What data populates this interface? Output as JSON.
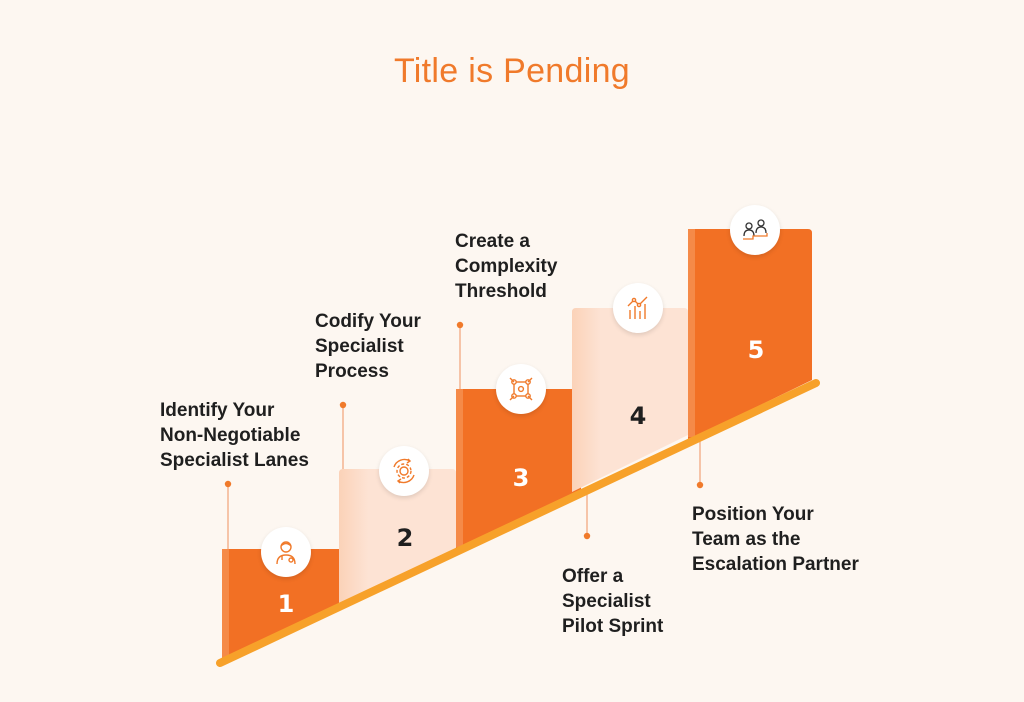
{
  "title": "Title is Pending",
  "colors": {
    "dark_orange": "#f27024",
    "light_peach": "#fde0cf",
    "accent": "#f07a2b",
    "line": "#f7a12a",
    "background": "#fdf7f1"
  },
  "steps": [
    {
      "number": "1",
      "label_lines": [
        "Identify Your",
        "Non-Negotiable",
        "Specialist Lanes"
      ],
      "icon": "specialist-person-icon"
    },
    {
      "number": "2",
      "label_lines": [
        "Codify Your",
        "Specialist",
        "Process"
      ],
      "icon": "process-gear-icon"
    },
    {
      "number": "3",
      "label_lines": [
        "Create a",
        "Complexity",
        "Threshold"
      ],
      "icon": "network-cube-icon"
    },
    {
      "number": "4",
      "label_lines": [
        "Offer a",
        "Specialist",
        "Pilot Sprint"
      ],
      "icon": "chart-growth-icon"
    },
    {
      "number": "5",
      "label_lines": [
        "Position Your",
        "Team as the",
        "Escalation Partner"
      ],
      "icon": "partner-people-icon"
    }
  ]
}
